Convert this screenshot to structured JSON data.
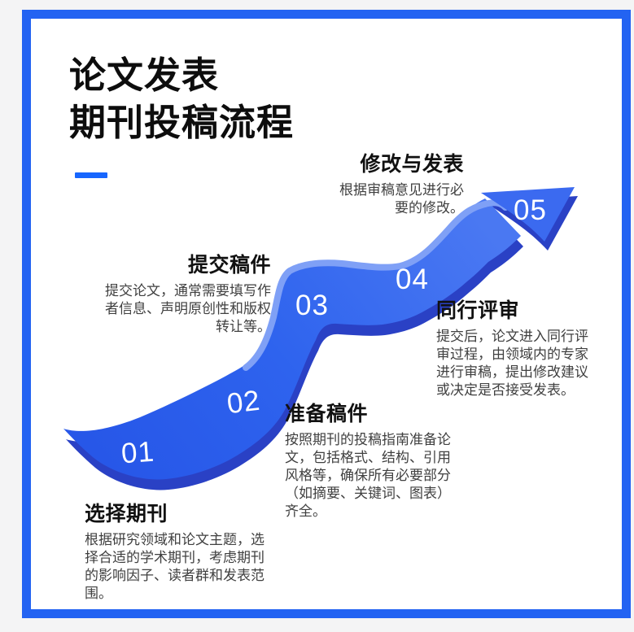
{
  "title": {
    "line1": "论文发表",
    "line2": "期刊投稿流程"
  },
  "steps": [
    {
      "num": "01",
      "heading": "选择期刊",
      "desc": "根据研究领域和论文主题，选择合适的学术期刊，考虑期刊的影响因子、读者群和发表范围。"
    },
    {
      "num": "02",
      "heading": "准备稿件",
      "desc": "按照期刊的投稿指南准备论文，包括格式、结构、引用风格等，确保所有必要部分（如摘要、关键词、图表）齐全。"
    },
    {
      "num": "03",
      "heading": "提交稿件",
      "desc": "提交论文，通常需要填写作者信息、声明原创性和版权转让等。"
    },
    {
      "num": "04",
      "heading": "同行评审",
      "desc": "提交后，论文进入同行评审过程，由领域内的专家进行审稿，提出修改建议或决定是否接受发表。"
    },
    {
      "num": "05",
      "heading": "修改与发表",
      "desc": "根据审稿意见进行必要的修改。"
    }
  ],
  "colors": {
    "frame_border": "#2363f2",
    "accent_dash": "#1766fe",
    "ribbon_dark_edge": "#2a41c5",
    "ribbon_main_start": "#2757e8",
    "ribbon_main_end": "#4a78f2",
    "ribbon_highlight": "#7fa0f6",
    "number_text": "#ffffff",
    "heading_text": "#111111",
    "body_text": "#404040",
    "page_background": "#f4f4f5",
    "card_background": "#ffffff"
  }
}
